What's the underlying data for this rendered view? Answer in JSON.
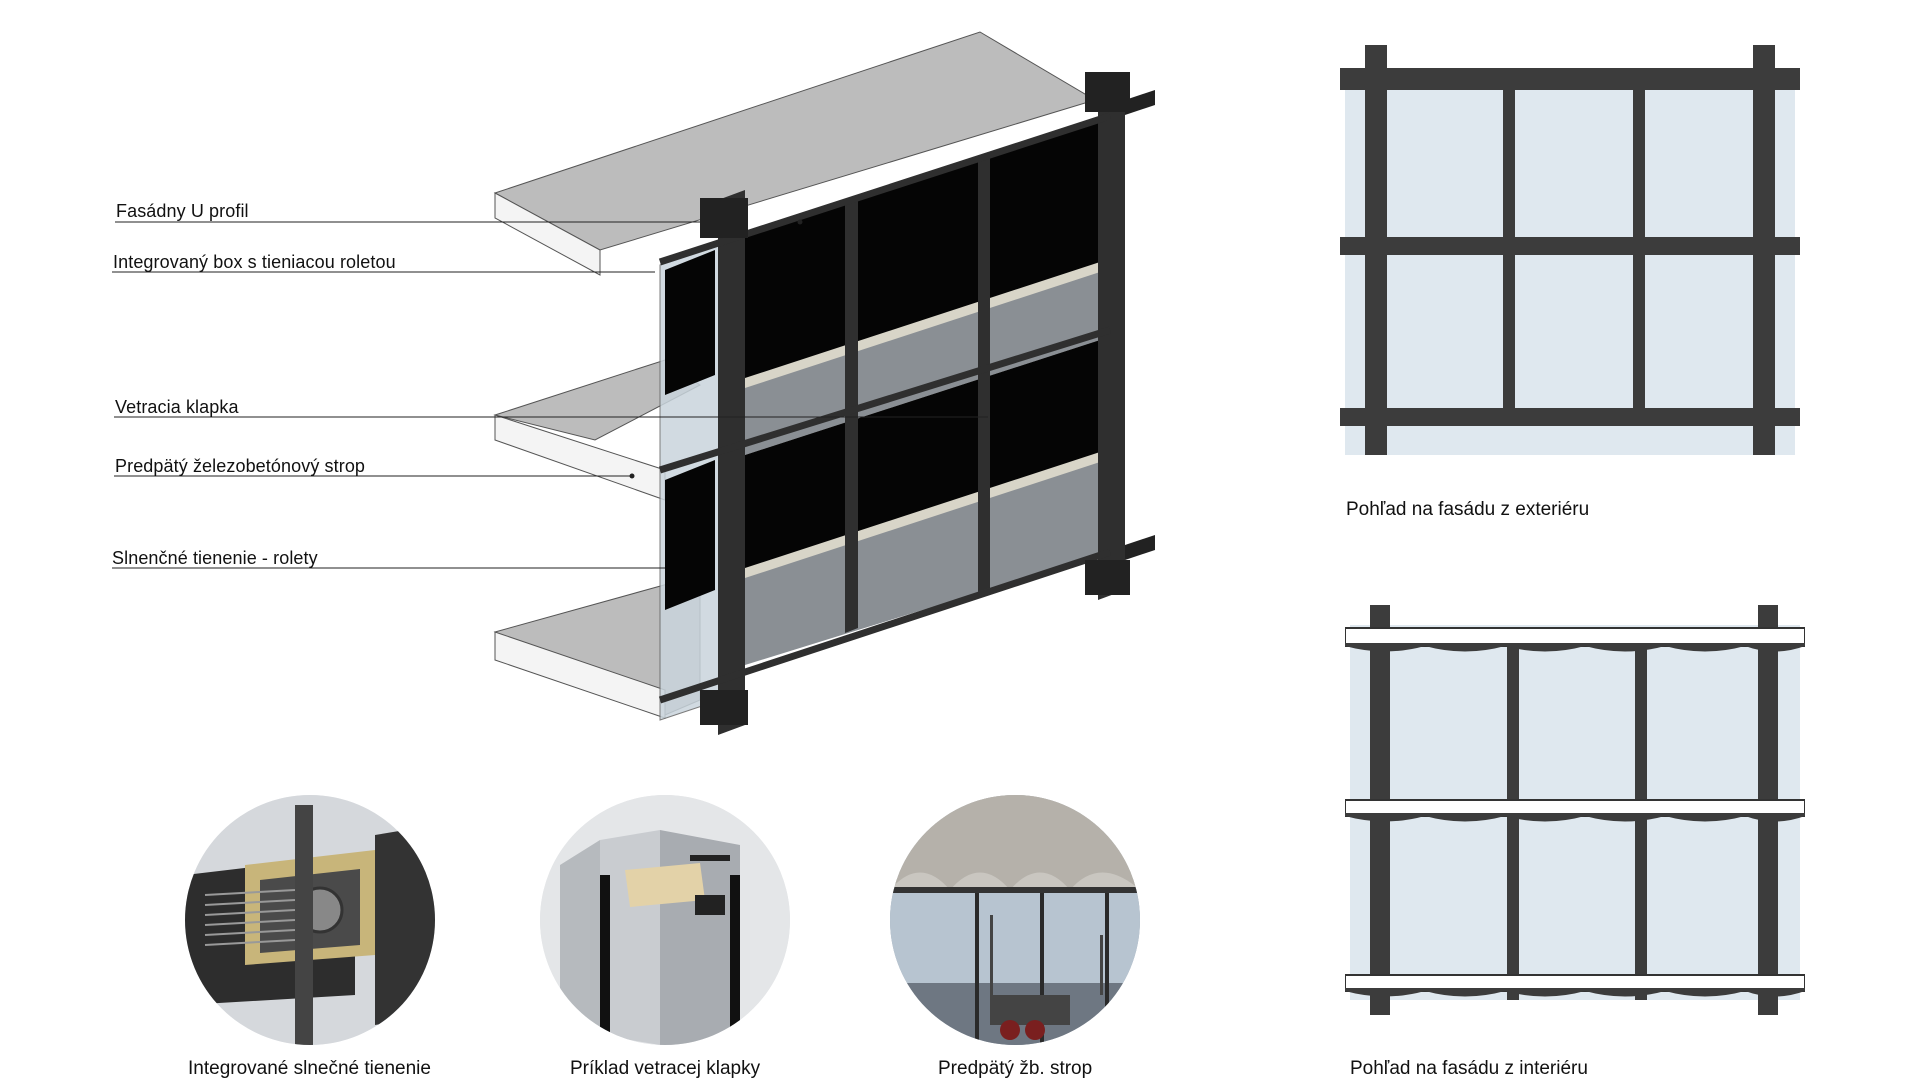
{
  "axonometric": {
    "labels": [
      "Fasádny U profil",
      "Integrovaný box s tieniacou roletou",
      "Vetracia klapka",
      "Predpätý železobetónový strop",
      "Slnenčné tienenie - rolety"
    ]
  },
  "elevations": {
    "exterior_caption": "Pohľad na fasádu z exteriéru",
    "interior_caption": "Pohľad na fasádu z interiéru"
  },
  "details": [
    {
      "caption": "Integrované slnečné tienenie"
    },
    {
      "caption": "Príklad vetracej klapky"
    },
    {
      "caption": "Predpätý žb. strop"
    }
  ],
  "colors": {
    "glass": "#dde7ef",
    "frame": "#3a3a3a",
    "slab": "#bdbdbd",
    "dark_panel": "#050505"
  }
}
